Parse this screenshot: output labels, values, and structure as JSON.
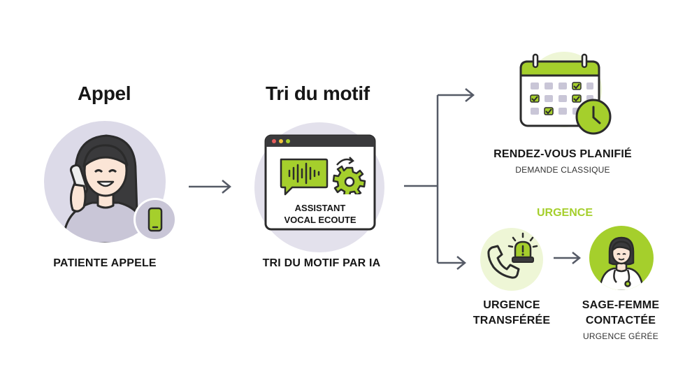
{
  "step1": {
    "title": "Appel",
    "caption": "PATIENTE APPELE"
  },
  "step2": {
    "title": "Tri du motif",
    "caption": "TRI DU MOTIF PAR IA",
    "window_text_line1": "ASSISTANT",
    "window_text_line2": "VOCAL ECOUTE"
  },
  "rdv": {
    "title": "RENDEZ-VOUS PLANIFIÉ",
    "subtitle": "DEMANDE CLASSIQUE"
  },
  "urgence": {
    "label": "URGENCE",
    "transfer_line1": "URGENCE",
    "transfer_line2": "TRANSFÉRÉE",
    "midwife_line1": "SAGE-FEMME",
    "midwife_line2": "CONTACTÉE",
    "midwife_subtitle": "URGENCE GÉRÉE"
  },
  "colors": {
    "accent_green": "#a5cf2c",
    "light_green": "#eef6d6",
    "lavender": "#dcdae8",
    "dark": "#2b2b2b",
    "arrow": "#555a66"
  },
  "icons": [
    "woman-phone-icon",
    "smartphone-icon",
    "voice-assistant-window-icon",
    "sound-wave-icon",
    "gear-icon",
    "calendar-icon",
    "clock-icon",
    "phone-icon",
    "siren-icon",
    "midwife-icon",
    "arrow-icon"
  ]
}
